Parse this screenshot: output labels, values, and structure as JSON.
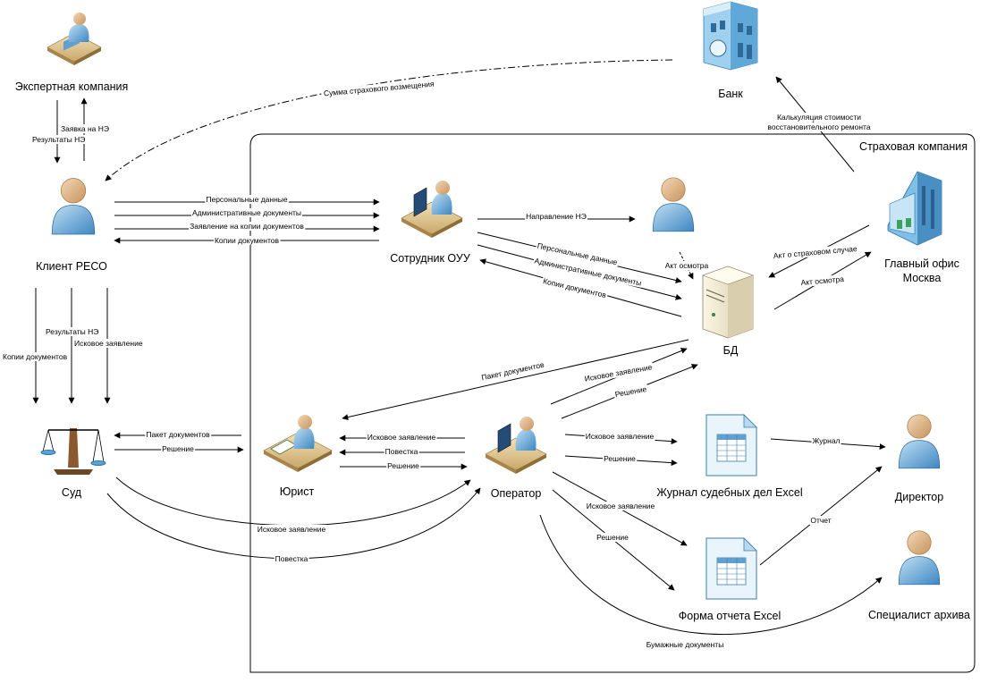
{
  "region": {
    "title": "Страховая компания"
  },
  "nodes": {
    "expert": {
      "label": "Экспертная компания",
      "icon": "person-at-desk-icon"
    },
    "bank": {
      "label": "Банк",
      "icon": "bank-building-icon"
    },
    "client": {
      "label": "Клиент РЕСО",
      "icon": "person-icon"
    },
    "ouu": {
      "label": "Сотрудник ОУУ",
      "icon": "person-at-computer-icon"
    },
    "expert_staff": {
      "label": "",
      "icon": "person-icon"
    },
    "db": {
      "label": "БД",
      "icon": "server-icon"
    },
    "head_office": {
      "label_line1": "Главный офис",
      "label_line2": "Москва",
      "icon": "office-building-icon"
    },
    "court": {
      "label": "Суд",
      "icon": "scales-icon"
    },
    "lawyer": {
      "label": "Юрист",
      "icon": "person-at-desk-icon"
    },
    "operator": {
      "label": "Оператор",
      "icon": "person-at-computer-icon"
    },
    "journal": {
      "label": "Журнал судебных дел Excel",
      "icon": "spreadsheet-icon"
    },
    "director": {
      "label": "Директор",
      "icon": "person-icon"
    },
    "report": {
      "label": "Форма отчета Excel",
      "icon": "spreadsheet-icon"
    },
    "archive": {
      "label": "Специалист архива",
      "icon": "person-icon"
    }
  },
  "edges": {
    "bank_calc_line1": "Калькуляция стоимости",
    "bank_calc_line2": "восстановительного ремонта",
    "insurance_payment": "Сумма страхового возмещения",
    "ne_request": "Заявка на НЭ",
    "ne_results": "Результаты НЭ",
    "personal_data": "Персональные данные",
    "admin_docs": "Административные документы",
    "copy_request": "Заявление на копии документов",
    "doc_copies": "Копии документов",
    "ne_direction": "Направление НЭ",
    "ouu_personal_data": "Персональные данные",
    "ouu_admin_docs": "Административные документы",
    "ouu_doc_copies": "Копии документов",
    "inspection_act_staff": "Акт осмотра",
    "insurance_case_act": "Акт о страховом случае",
    "inspection_act_office": "Акт осмотра",
    "client_doc_copies": "Копии документов",
    "client_ne_results": "Результаты НЭ",
    "client_claim": "Исковое заявление",
    "docs_package_db": "Пакет документов",
    "op_claim_db": "Исковое заявление",
    "op_decision_db": "Решение",
    "court_docs_package": "Пакет документов",
    "court_decision": "Решение",
    "lawyer_claim": "Исковое заявление",
    "lawyer_summons": "Повестка",
    "lawyer_decision": "Решение",
    "court_claim_op": "Исковое заявление",
    "court_summons_op": "Повестка",
    "journal_claim": "Исковое заявление",
    "journal_decision": "Решение",
    "report_claim": "Исковое заявление",
    "report_decision": "Решение",
    "journal_to_director": "Журнал",
    "report_to_director": "Отчет",
    "paper_docs": "Бумажные документы"
  }
}
